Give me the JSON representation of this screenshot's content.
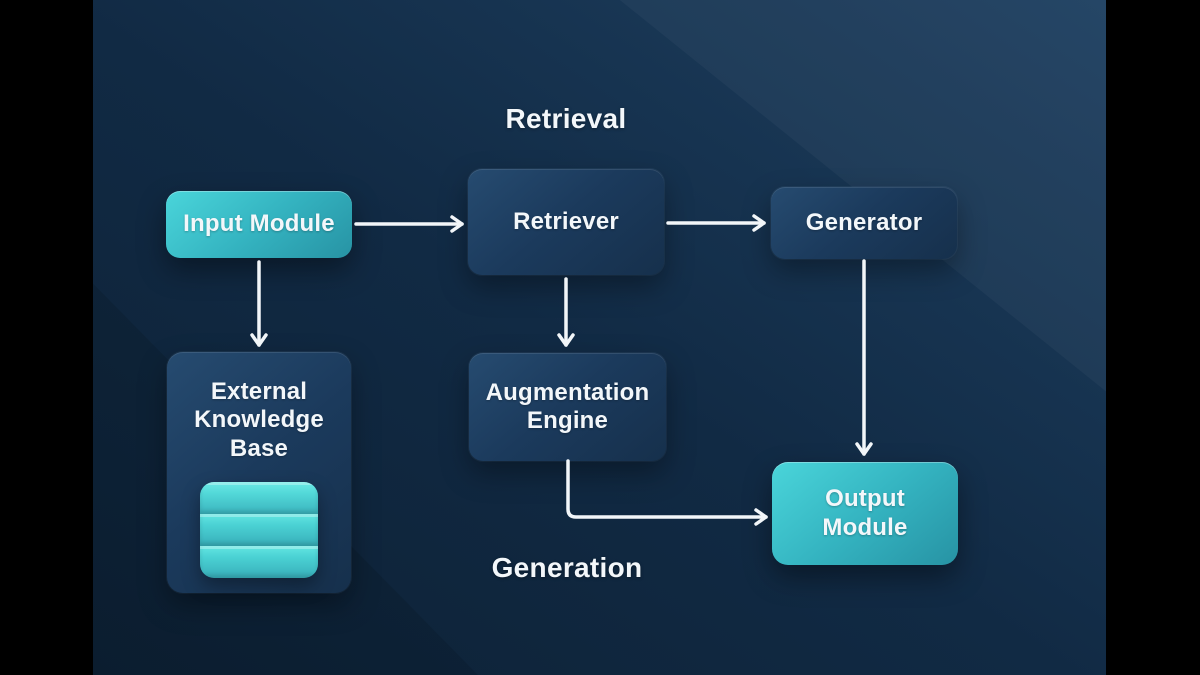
{
  "diagram_type": "flowchart",
  "titles": {
    "retrieval": "Retrieval",
    "generation": "Generation"
  },
  "nodes": {
    "input": {
      "label": "Input Module",
      "style": "teal"
    },
    "retriever": {
      "label": "Retriever",
      "style": "dark"
    },
    "generator": {
      "label": "Generator",
      "style": "dark"
    },
    "external_kb": {
      "label": "External Knowledge Base",
      "style": "dark",
      "icon": "database-icon"
    },
    "augmentation": {
      "label": "Augmentation Engine",
      "style": "dark"
    },
    "output": {
      "label": "Output Module",
      "style": "teal"
    }
  },
  "edges": [
    {
      "from": "input",
      "to": "retriever",
      "direction": "right"
    },
    {
      "from": "retriever",
      "to": "generator",
      "direction": "right"
    },
    {
      "from": "input",
      "to": "external_kb",
      "direction": "down"
    },
    {
      "from": "retriever",
      "to": "augmentation",
      "direction": "down"
    },
    {
      "from": "generator",
      "to": "output",
      "direction": "down"
    },
    {
      "from": "augmentation",
      "to": "output",
      "direction": "elbow-down-right"
    }
  ],
  "colors": {
    "letterbox": "#000000",
    "background_dark": "#0d2135",
    "background_light": "#1e4061",
    "node_dark_top": "#264b70",
    "node_dark_bottom": "#16304c",
    "node_teal_top": "#4ad5da",
    "node_teal_bottom": "#2793a4",
    "database_icon_light": "#63e6e2",
    "database_icon_dark": "#37aeb9",
    "arrow": "#f2f6f9",
    "text": "#f3f7fa"
  }
}
